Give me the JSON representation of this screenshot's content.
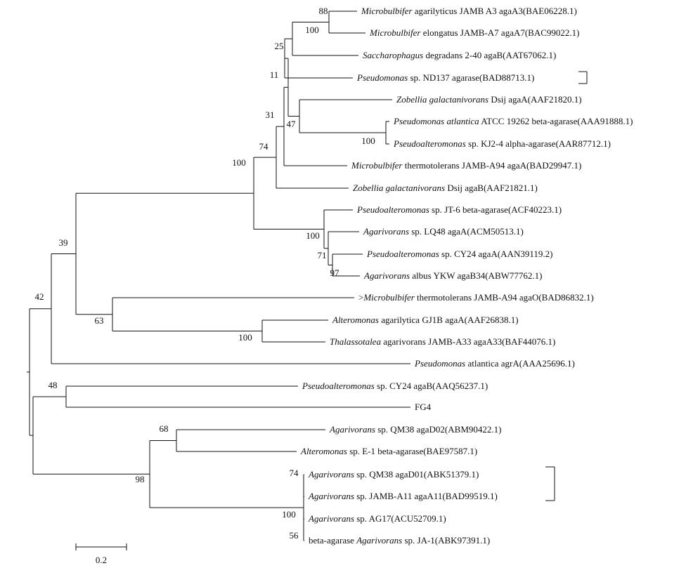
{
  "tree": {
    "tips": [
      {
        "genus": "Microbulbifer",
        "rest": " agarilyticus JAMB A3 agaA3(BAE06228.1)"
      },
      {
        "genus": "Microbulbifer",
        "rest": " elongatus JAMB-A7 agaA7(BAC99022.1)"
      },
      {
        "genus": "Saccharophagus",
        "rest": " degradans 2-40 agaB(AAT67062.1)"
      },
      {
        "genus": "Pseudomonas",
        "rest": " sp. ND137 agarase(BAD88713.1)"
      },
      {
        "genus": "Zobellia galactanivorans",
        "rest": " Dsij agaA(AAF21820.1)"
      },
      {
        "genus": "Pseudomonas atlantica",
        "rest": " ATCC 19262 beta-agarase(AAA91888.1)"
      },
      {
        "genus": "Pseudoalteromonas",
        "rest": " sp. KJ2-4 alpha-agarase(AAR87712.1)"
      },
      {
        "genus": "Microbulbifer",
        "rest": " thermotolerans JAMB-A94 agaA(BAD29947.1)"
      },
      {
        "genus": "Zobellia galactanivorans",
        "rest": " Dsij agaB(AAF21821.1)"
      },
      {
        "genus": "Pseudoalteromonas",
        "rest": " sp. JT-6 beta-agarase(ACF40223.1)"
      },
      {
        "genus": "Agarivorans",
        "rest": " sp. LQ48 agaA(ACM50513.1)"
      },
      {
        "genus": "Pseudoalteromonas",
        "rest": " sp. CY24 agaA(AAN39119.2)"
      },
      {
        "genus": "Agarivorans",
        "rest": " albus YKW agaB34(ABW77762.1)"
      },
      {
        "prefix": ">",
        "genus": "Microbulbifer",
        "rest": " thermotolerans JAMB-A94 agaO(BAD86832.1)"
      },
      {
        "genus": "Alteromonas",
        "rest": " agarilytica GJ1B agaA(AAF26838.1)"
      },
      {
        "genus": "Thalassotalea",
        "rest": " agarivorans JAMB-A33 agaA33(BAF44076.1)"
      },
      {
        "genus": "Pseudomonas",
        "rest": " atlantica agrA(AAA25696.1)"
      },
      {
        "genus": "Pseudoalteromonas",
        "rest": " sp. CY24 agaB(AAQ56237.1)"
      },
      {
        "genus": "",
        "rest": "FG4"
      },
      {
        "genus": "Agarivorans",
        "rest": " sp. QM38 agaD02(ABM90422.1)"
      },
      {
        "genus": "Alteromonas",
        "rest": " sp. E-1 beta-agarase(BAE97587.1)"
      },
      {
        "genus": "Agarivorans",
        "rest": " sp. QM38 agaD01(ABK51379.1)"
      },
      {
        "genus": "Agarivorans",
        "rest": " sp. JAMB-A11 agaA11(BAD99519.1)"
      },
      {
        "genus": "Agarivorans",
        "rest": " sp. AG17(ACU52709.1)"
      },
      {
        "prefix": "beta-agarase ",
        "genus": "Agarivorans",
        "rest": " sp. JA-1(ABK97391.1)"
      }
    ],
    "bootstrap": [
      "88",
      "100",
      "25",
      "11",
      "31",
      "47",
      "100",
      "74",
      "100",
      "100",
      "71",
      "97",
      "39",
      "42",
      "63",
      "100",
      "48",
      "68",
      "98",
      "74",
      "100",
      "56"
    ],
    "scale_bar": {
      "label": "0.2",
      "length": 0.2
    }
  }
}
